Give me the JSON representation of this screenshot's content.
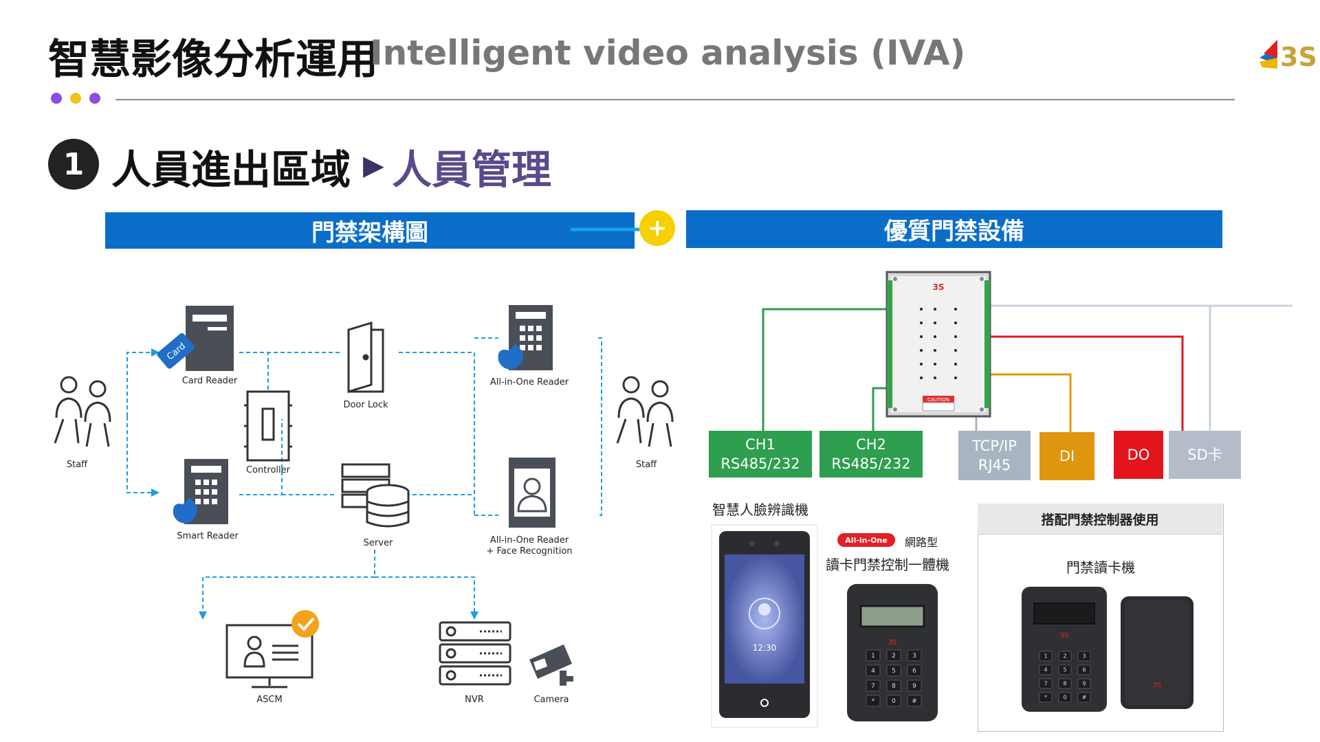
{
  "header": {
    "title_cn": "智慧影像分析運用",
    "title_en": "Intelligent video analysis (IVA)",
    "logo_text": "3S",
    "dot_colors": [
      "#8a4be6",
      "#f2c21a",
      "#8a4be6"
    ]
  },
  "section": {
    "number": "1",
    "title": "人員進出區域",
    "subtitle": "人員管理"
  },
  "bands": {
    "left": "門禁架構圖",
    "plus": "+",
    "right": "優質門禁設備"
  },
  "diagram": {
    "staff_left": "Staff",
    "staff_right": "Staff",
    "card_tag": "Card",
    "card_reader": "Card Reader",
    "controller": "Controller",
    "door_lock": "Door Lock",
    "all_in_one_reader": "All-in-One Reader",
    "smart_reader": "Smart Reader",
    "server": "Server",
    "face_reader_line1": "All-in-One Reader",
    "face_reader_line2": "+ Face Recognition",
    "ascm": "ASCM",
    "nvr": "NVR",
    "camera": "Camera"
  },
  "controller_board": {
    "brand": "3S",
    "caution": "CAUTION"
  },
  "ports": [
    {
      "line1": "CH1",
      "line2": "RS485/232",
      "color": "#2e9e4f"
    },
    {
      "line1": "CH2",
      "line2": "RS485/232",
      "color": "#2e9e4f"
    },
    {
      "line1": "TCP/IP",
      "line2": "RJ45",
      "color": "#a9b4c2"
    },
    {
      "line1": "DI",
      "line2": "",
      "color": "#e0950f"
    },
    {
      "line1": "DO",
      "line2": "",
      "color": "#e3141c"
    },
    {
      "line1": "SD卡",
      "line2": "",
      "color": "#b3bcc8"
    }
  ],
  "products": {
    "face_terminal_label": "智慧人臉辨識機",
    "face_terminal_time": "12:30",
    "aio_badge": "All-in-One",
    "aio_type": "網路型",
    "aio_label": "讀卡門禁控制一體機",
    "combo_header": "搭配門禁控制器使用",
    "combo_label": "門禁讀卡機",
    "brand_mark": "3S",
    "keypad_keys": [
      "1",
      "2",
      "3",
      "4",
      "5",
      "6",
      "7",
      "8",
      "9",
      "*",
      "0",
      "#"
    ]
  }
}
